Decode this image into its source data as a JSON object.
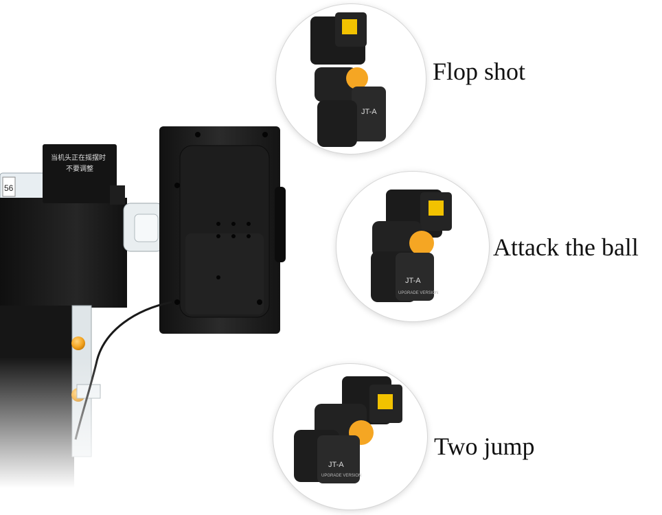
{
  "head_sticker_text": [
    "当机头正在摇摆时",
    "不要调整"
  ],
  "model_label": "JT-A",
  "sub_label": "UPGRADE VERSION",
  "side_digits": "56",
  "variants": [
    {
      "label": "Flop shot"
    },
    {
      "label": "Attack the ball"
    },
    {
      "label": "Two jump"
    }
  ],
  "colors": {
    "ball": "#f5a623",
    "device": "#1b1b1b",
    "logo": "#f2c200"
  }
}
